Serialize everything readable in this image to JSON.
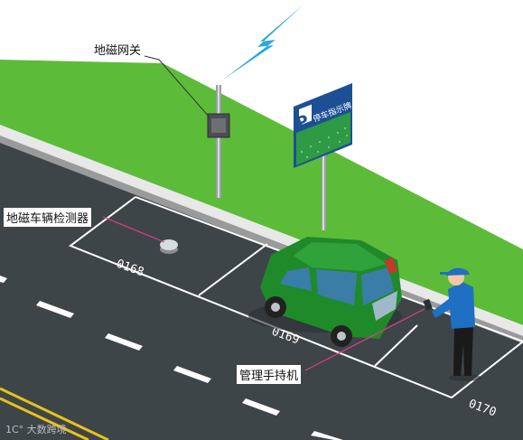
{
  "labels": {
    "gateway": "地磁网关",
    "detector": "地磁车辆检测器",
    "handheld": "管理手持机"
  },
  "sign": {
    "letter": "P",
    "text": "停车指示牌"
  },
  "spaces": [
    "0168",
    "0169",
    "0170"
  ],
  "watermark": "1C° 大数跨境",
  "colors": {
    "grass": "#5dbb3a",
    "road": "#3e4548",
    "sign_blue": "#1d4f95",
    "sign_green": "#2f9a45",
    "car": "#1f8a2a",
    "worker_blue": "#1f6fc2",
    "callout_line": "#e03c8a",
    "signal": "#2aa7e0"
  }
}
